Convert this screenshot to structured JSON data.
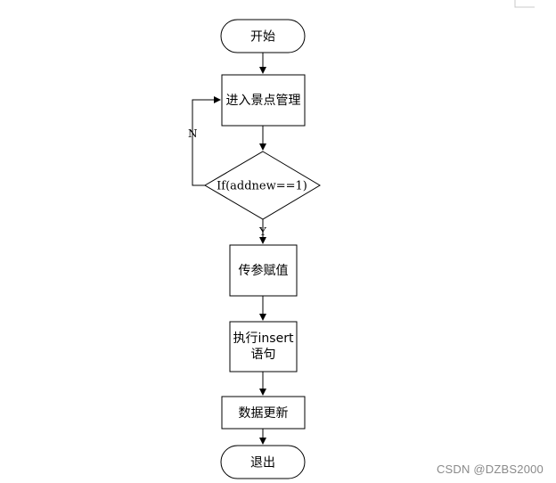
{
  "nodes": {
    "start": {
      "text": "开始"
    },
    "enter": {
      "text": "进入景点管理"
    },
    "decision": {
      "text": "If(addnew==1)"
    },
    "assign": {
      "text": "传参赋值"
    },
    "execute": {
      "line1": "执行insert",
      "line2": "语句"
    },
    "update": {
      "text": "数据更新"
    },
    "exit": {
      "text": "退出"
    }
  },
  "edges": {
    "no_label": "N",
    "yes_label": "Y"
  },
  "watermark": "CSDN @DZBS2000",
  "colors": {
    "stroke": "#000000",
    "fill": "#ffffff",
    "watermark": "#8a8a8a"
  }
}
